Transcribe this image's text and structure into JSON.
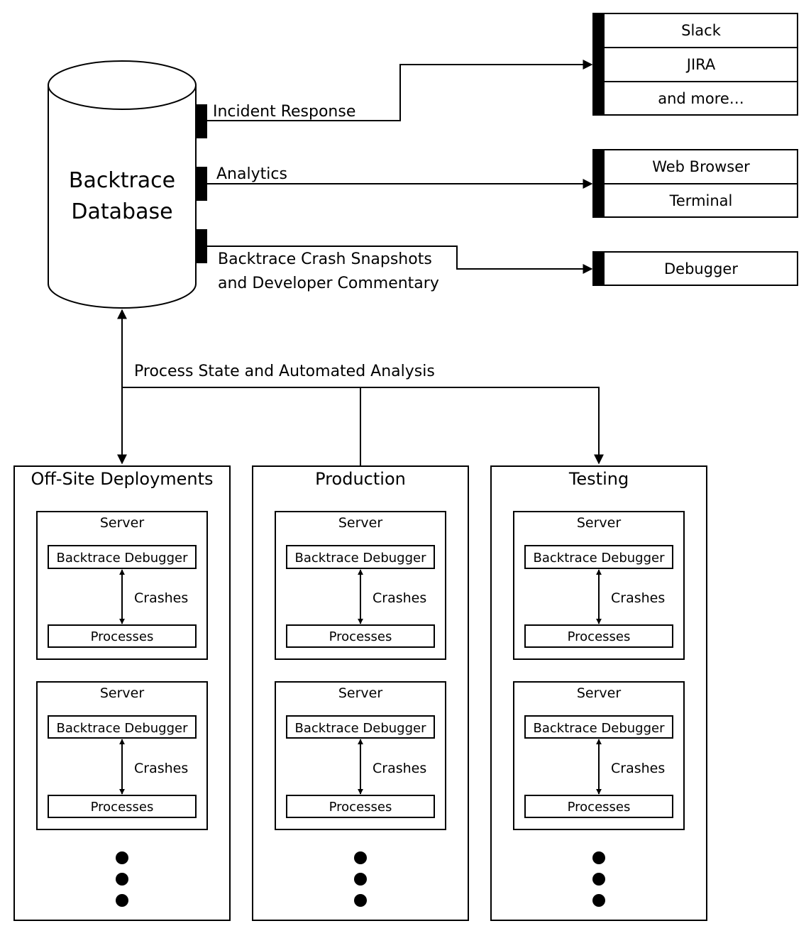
{
  "database": {
    "label_line1": "Backtrace",
    "label_line2": "Database"
  },
  "outputs": [
    {
      "label": "Incident Response",
      "targets": [
        "Slack",
        "JIRA",
        "and more…"
      ]
    },
    {
      "label": "Analytics",
      "targets": [
        "Web Browser",
        "Terminal"
      ]
    },
    {
      "label_line1": "Backtrace Crash Snapshots",
      "label_line2": "and Developer Commentary",
      "targets": [
        "Debugger"
      ]
    }
  ],
  "ingest": {
    "label": "Process State and Automated Analysis"
  },
  "groups": [
    {
      "title": "Off-Site Deployments"
    },
    {
      "title": "Production"
    },
    {
      "title": "Testing"
    }
  ],
  "server": {
    "title": "Server",
    "debugger": "Backtrace Debugger",
    "processes": "Processes",
    "crashes": "Crashes"
  }
}
